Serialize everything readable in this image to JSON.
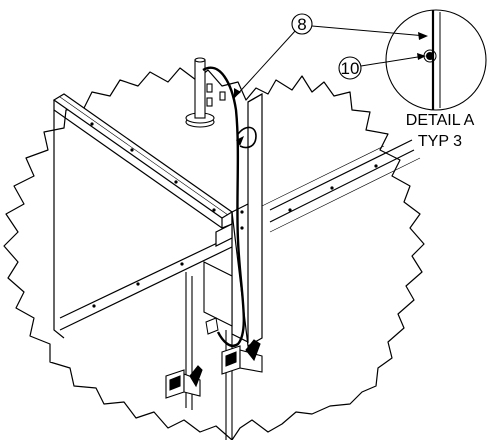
{
  "callouts": {
    "item_8": "8",
    "item_10": "10"
  },
  "detail": {
    "title": "DETAIL  A",
    "subtitle": "TYP 3"
  },
  "colors": {
    "line": "#000000",
    "background": "#ffffff"
  }
}
